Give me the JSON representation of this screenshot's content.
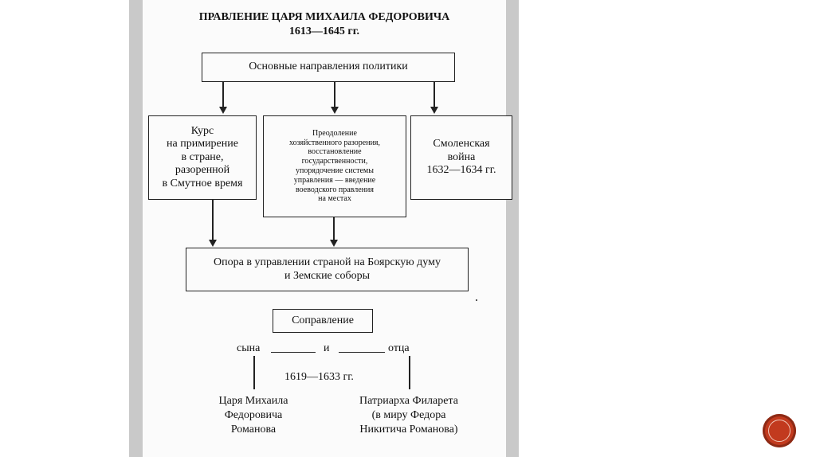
{
  "title": {
    "line1": "ПРАВЛЕНИЕ ЦАРЯ МИХАИЛА ФЕДОРОВИЧА",
    "line2": "1613—1645 гг."
  },
  "boxes": {
    "main": "Основные направления политики",
    "left": "Курс\nна примирение\nв стране,\nразоренной\nв Смутное время",
    "middle": "Преодоление\nхозяйственного разорения,\nвосстановление\nгосударственности,\nупорядочение системы\nуправления — введение\nвоеводского правления\nна местах",
    "right": "Смоленская\nвойна\n1632—1634 гг.",
    "bottom": "Опора в управлении страной на Боярскую думу\nи Земские соборы",
    "co_rule": "Соправление"
  },
  "co_rule": {
    "son_label": "сына",
    "and_label": "и",
    "father_label": "отца",
    "years": "1619—1633 гг.",
    "son_name": "Царя Михаила\nФедоровича\nРоманова",
    "father_name": "Патриарха Филарета\n(в миру Федора\nНикитича Романова)"
  },
  "colors": {
    "paper": "#fbfbfb",
    "frame": "#c9c9c9",
    "ink": "#222222",
    "logo": "#c23a1e"
  }
}
